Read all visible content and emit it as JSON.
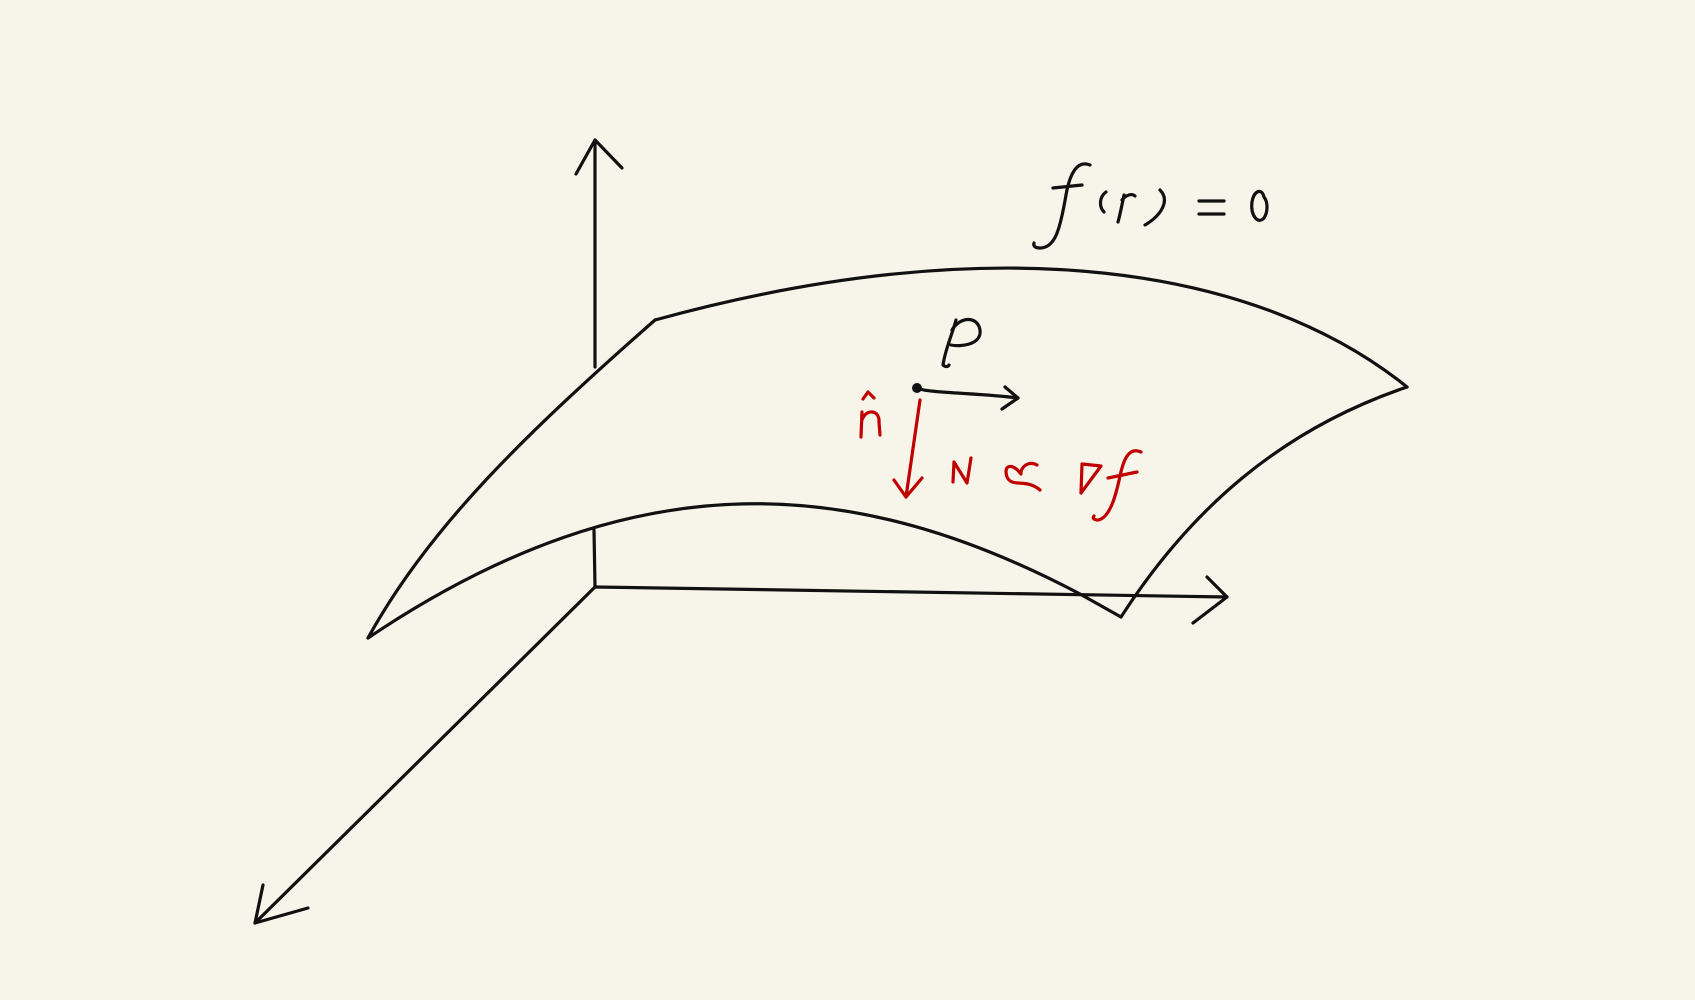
{
  "colors": {
    "background": "#f7f5ea",
    "ink": "#111111",
    "accent": "#c00000"
  },
  "labels": {
    "surface_equation": "f(r) = 0",
    "point": "P",
    "unit_normal": "n̂",
    "normal_relation": "N ∝ ∇f"
  }
}
